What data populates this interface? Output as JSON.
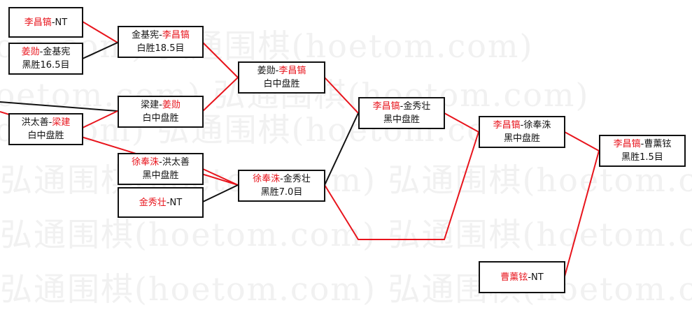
{
  "watermark": {
    "rows": [
      "弘通围棋(hoetom.com) 弘通围棋(hoetom.com)",
      "弘通围棋(hoetom.com) 弘通围棋(hoetom.com)",
      "弘通围棋(hoetom.com) 弘通围棋(hoetom.com)",
      "弘通围棋(hoetom.com) 弘通围棋(hoetom.com)",
      "弘通围棋(hoetom.com) 弘通围棋(hoetom.com)",
      "弘通围棋(hoetom.com) 弘通围棋(hoetom.com)"
    ]
  },
  "colors": {
    "winner": "#e8141c",
    "line_win": "#e8141c",
    "line_lose": "#111111",
    "text": "#111111"
  },
  "matches": {
    "m1": {
      "a": "李昌镐",
      "sep": "-",
      "b": "NT",
      "result": ""
    },
    "m2": {
      "a": "姜勋",
      "sep": "-",
      "b": "金基宪",
      "result": "黑胜16.5目"
    },
    "m3": {
      "a": "金基宪",
      "sep": "-",
      "b": "李昌镐",
      "result": "白胜18.5目"
    },
    "m4": {
      "a": "梁建",
      "sep": "-",
      "b": "姜勋",
      "result": "白中盘胜"
    },
    "m5": {
      "a": "洪太善",
      "sep": "-",
      "b": "梁建",
      "result": "白中盘胜"
    },
    "m6": {
      "a": "姜勋",
      "sep": "-",
      "b": "李昌镐",
      "result": "白中盘胜"
    },
    "m7": {
      "a": "徐奉洙",
      "sep": "-",
      "b": "洪太善",
      "result": "黑中盘胜"
    },
    "m8": {
      "a": "金秀壮",
      "sep": "-",
      "b": "NT",
      "result": ""
    },
    "m9": {
      "a": "徐奉洙",
      "sep": "-",
      "b": "金秀壮",
      "result": "黑胜7.0目"
    },
    "m10": {
      "a": "李昌镐",
      "sep": "-",
      "b": "金秀壮",
      "result": "黑中盘胜"
    },
    "m11": {
      "a": "李昌镐",
      "sep": "-",
      "b": "徐奉洙",
      "result": "黑中盘胜"
    },
    "m12": {
      "a": "曹薰铉",
      "sep": "-",
      "b": "NT",
      "result": ""
    },
    "m13": {
      "a": "李昌镐",
      "sep": "-",
      "b": "曹薰铉",
      "result": "黑胜1.5目"
    }
  }
}
